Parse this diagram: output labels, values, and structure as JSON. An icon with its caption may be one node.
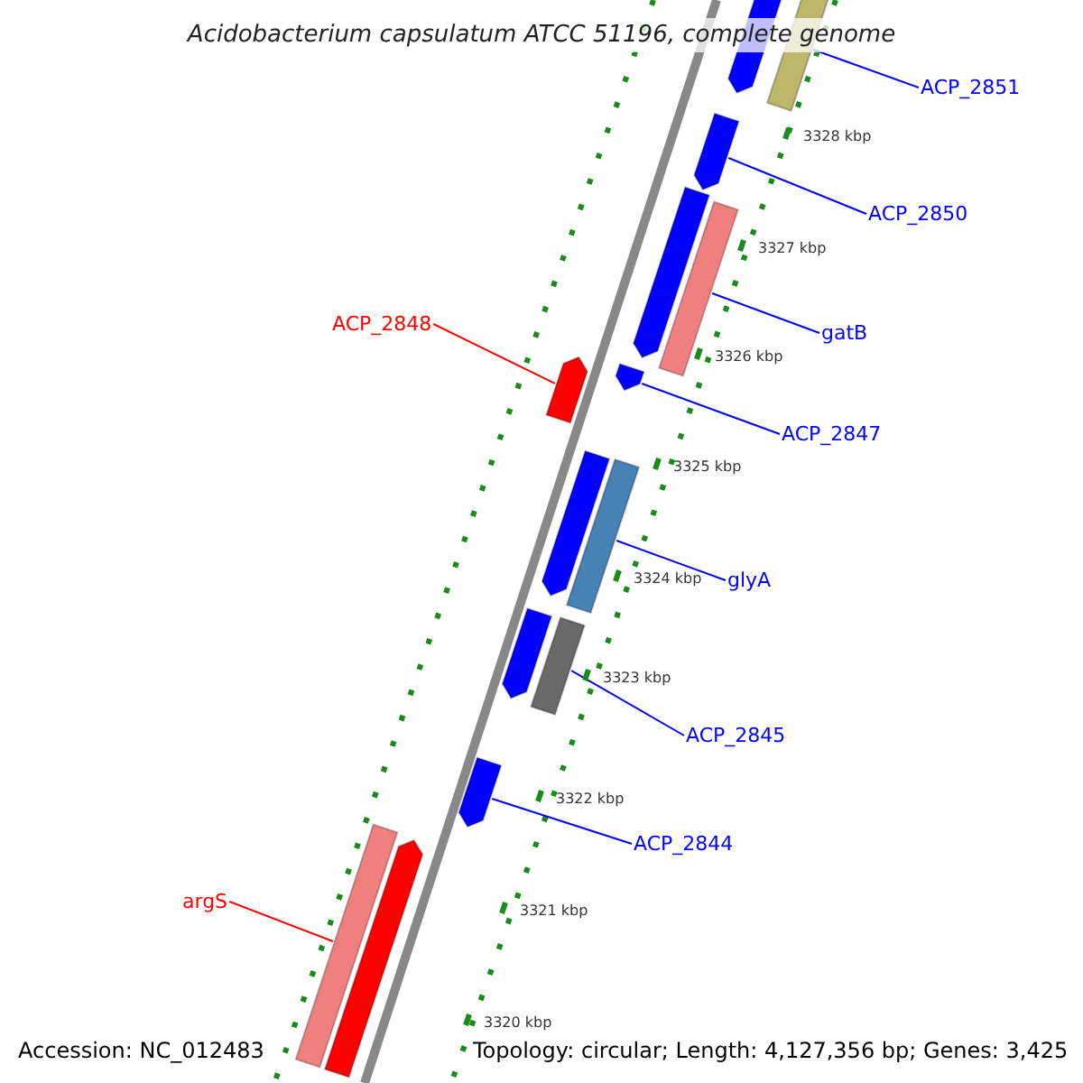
{
  "diagram": {
    "title": "Acidobacterium capsulatum ATCC 51196, complete genome",
    "nodes": [
      {
        "text": [
          "ACP_2851"
        ]
      },
      {
        "text": [
          "ACP_2850"
        ]
      },
      {
        "text": [
          "ACP_2848"
        ]
      },
      {
        "text": [
          "gatB"
        ]
      },
      {
        "text": [
          "ACP_2847"
        ]
      },
      {
        "text": [
          "glyA"
        ]
      },
      {
        "text": [
          "ACP_2845"
        ]
      },
      {
        "text": [
          "ACP_2844"
        ]
      },
      {
        "text": [
          "argS"
        ]
      },
      {
        "text": [],
        "shape": "pentagon"
      },
      {
        "text": [],
        "shape": "bar"
      },
      {
        "text": [],
        "shape": "pentagon"
      },
      {
        "text": [],
        "shape": "pentagon"
      },
      {
        "text": [],
        "shape": "bar"
      },
      {
        "text": [],
        "shape": "pentagon"
      },
      {
        "text": [],
        "shape": "pentagon"
      },
      {
        "text": [],
        "shape": "pentagon"
      },
      {
        "text": [],
        "shape": "bar"
      },
      {
        "text": [],
        "shape": "pentagon"
      },
      {
        "text": [],
        "shape": "bar"
      },
      {
        "text": [],
        "shape": "pentagon"
      },
      {
        "text": [],
        "shape": "bar"
      },
      {
        "text": [],
        "shape": "pentagon"
      }
    ],
    "edges": [
      {
        "from": 0,
        "to": 10,
        "arrow": "none"
      },
      {
        "from": 1,
        "to": 11,
        "arrow": "none"
      },
      {
        "from": 2,
        "to": 15,
        "arrow": "none",
        "color": "#ff0000"
      },
      {
        "from": 3,
        "to": 13,
        "arrow": "none"
      },
      {
        "from": 4,
        "to": 14,
        "arrow": "none"
      },
      {
        "from": 5,
        "to": 17,
        "arrow": "none"
      },
      {
        "from": 6,
        "to": 19,
        "arrow": "none"
      },
      {
        "from": 7,
        "to": 20,
        "arrow": "none"
      },
      {
        "from": 8,
        "to": 21,
        "arrow": "none",
        "color": "#ff0000"
      }
    ],
    "labels": [
      "3328 kbp",
      "3327 kbp",
      "3326 kbp",
      "3325 kbp",
      "3324 kbp",
      "3323 kbp",
      "3322 kbp",
      "3321 kbp",
      "3320 kbp",
      "Accession: NC_012483",
      "Topology: circular; Length: 4,127,356 bp; Genes: 3,425"
    ]
  }
}
